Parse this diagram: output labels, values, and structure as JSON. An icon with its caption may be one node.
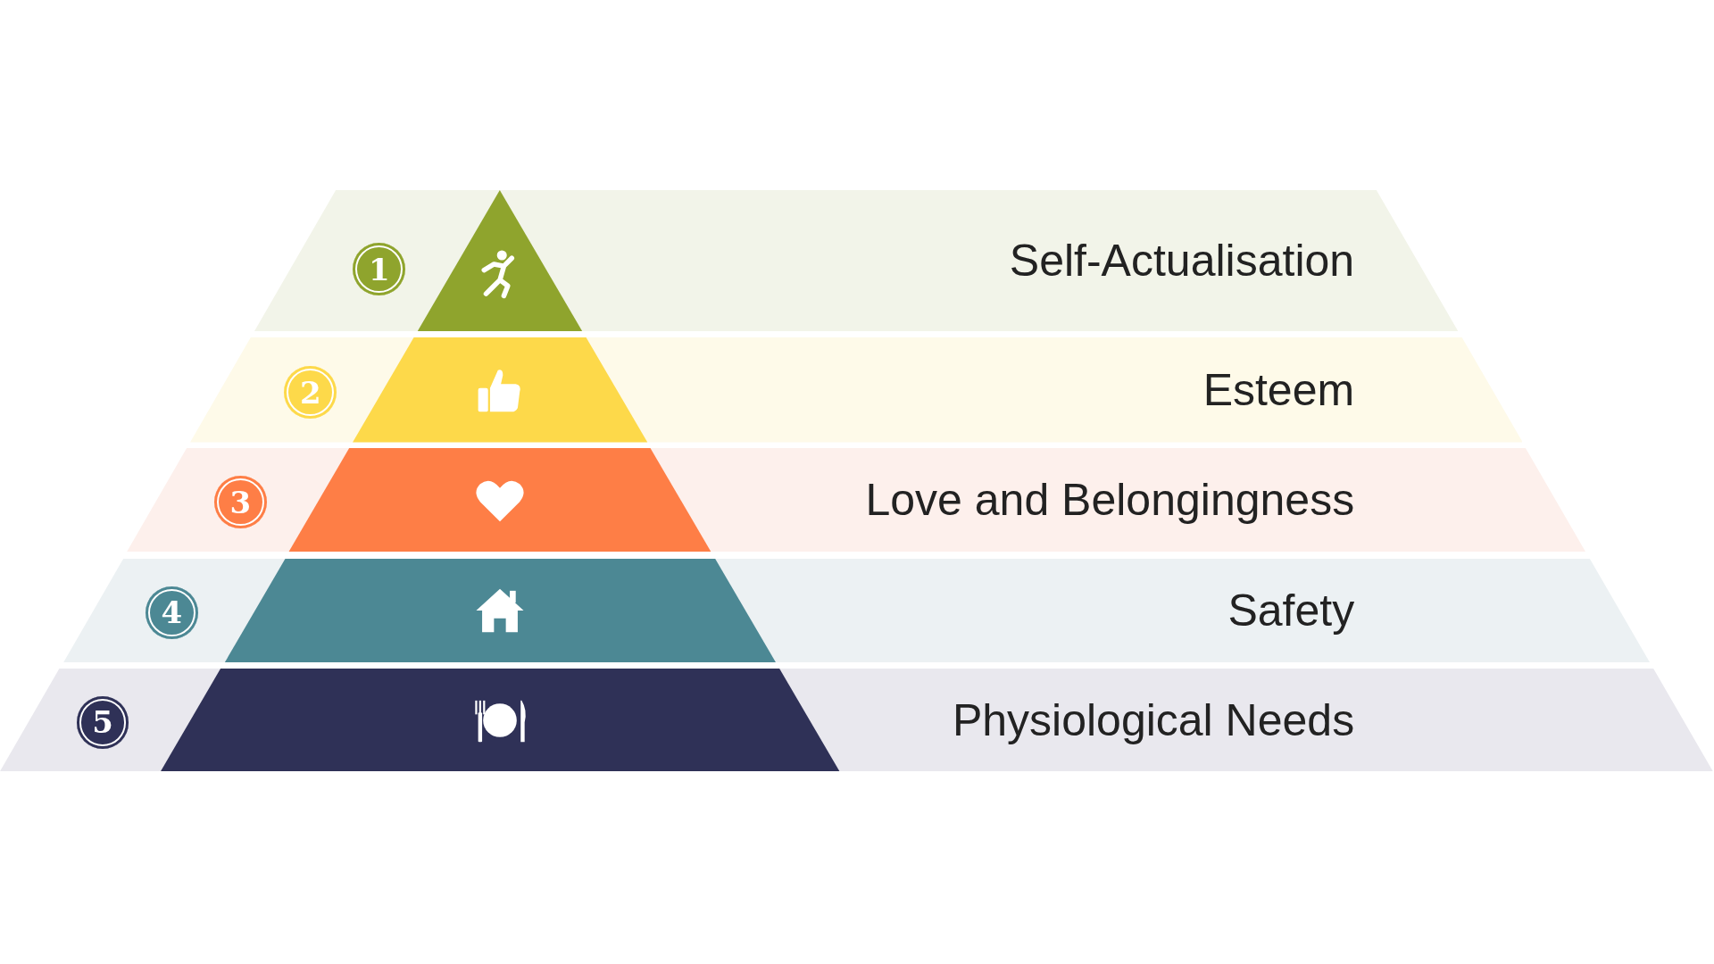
{
  "diagram": {
    "nodes": [
      {
        "text": [
          "Self-Actualisation"
        ]
      },
      {
        "text": [
          "1"
        ],
        "in": 0
      },
      {
        "text": [
          "Esteem"
        ]
      },
      {
        "text": [
          "2"
        ],
        "in": 2
      },
      {
        "text": [
          "Love and Belongingness"
        ]
      },
      {
        "text": [
          "3"
        ],
        "in": 4
      },
      {
        "text": [
          "Safety"
        ]
      },
      {
        "text": [
          "4"
        ],
        "in": 6
      },
      {
        "text": [
          "Physiological Needs"
        ]
      },
      {
        "text": [
          "5"
        ],
        "in": 8
      }
    ]
  }
}
